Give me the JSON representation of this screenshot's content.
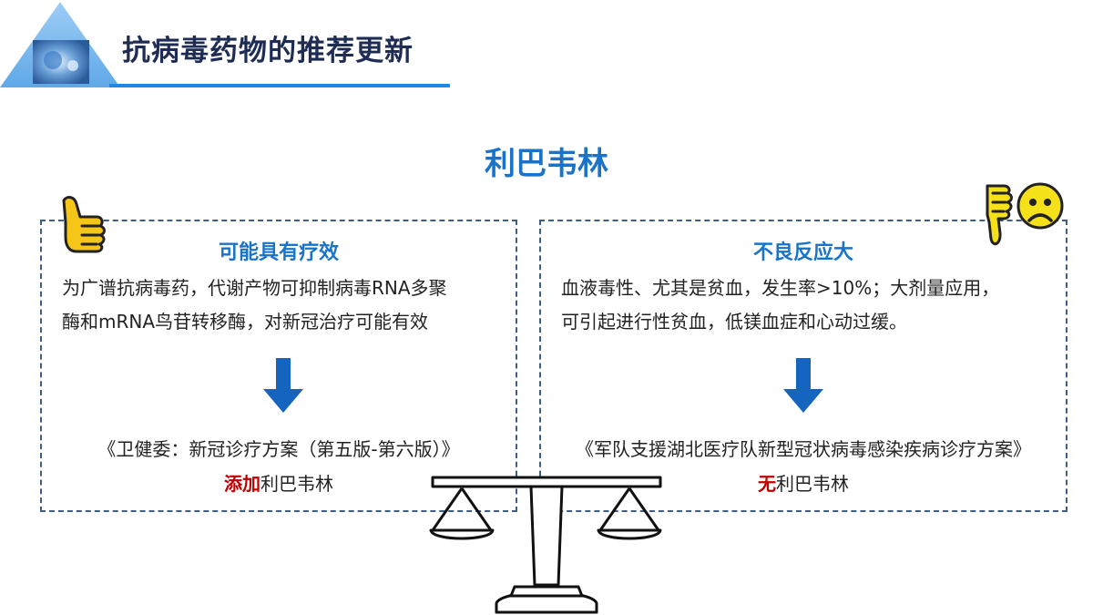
{
  "header": {
    "title": "抗病毒药物的推荐更新"
  },
  "main_title": "利巴韦林",
  "left_panel": {
    "icon": "thumbs-up-icon",
    "title": "可能具有疗效",
    "body_line1": "为广谱抗病毒药，代谢产物可抑制病毒RNA多聚",
    "body_line2": "酶和mRNA鸟苷转移酶，对新冠治疗可能有效",
    "source": "《卫健委：新冠诊疗方案（第五版-第六版）》",
    "verdict_accent": "添加",
    "verdict_rest": "利巴韦林"
  },
  "right_panel": {
    "icon": "thumbs-down-sad-face-icon",
    "title": "不良反应大",
    "body_line1": "血液毒性、尤其是贫血，发生率>10%；大剂量应用，",
    "body_line2": "可引起进行性贫血，低镁血症和心动过缓。",
    "source": "《军队支援湖北医疗队新型冠状病毒感染疾病诊疗方案》",
    "verdict_accent": "无",
    "verdict_rest": "利巴韦林"
  },
  "colors": {
    "accent_blue": "#1a73c8",
    "title_navy": "#1f2d55",
    "emphasis_red": "#c00000",
    "border": "#3e5e86"
  }
}
